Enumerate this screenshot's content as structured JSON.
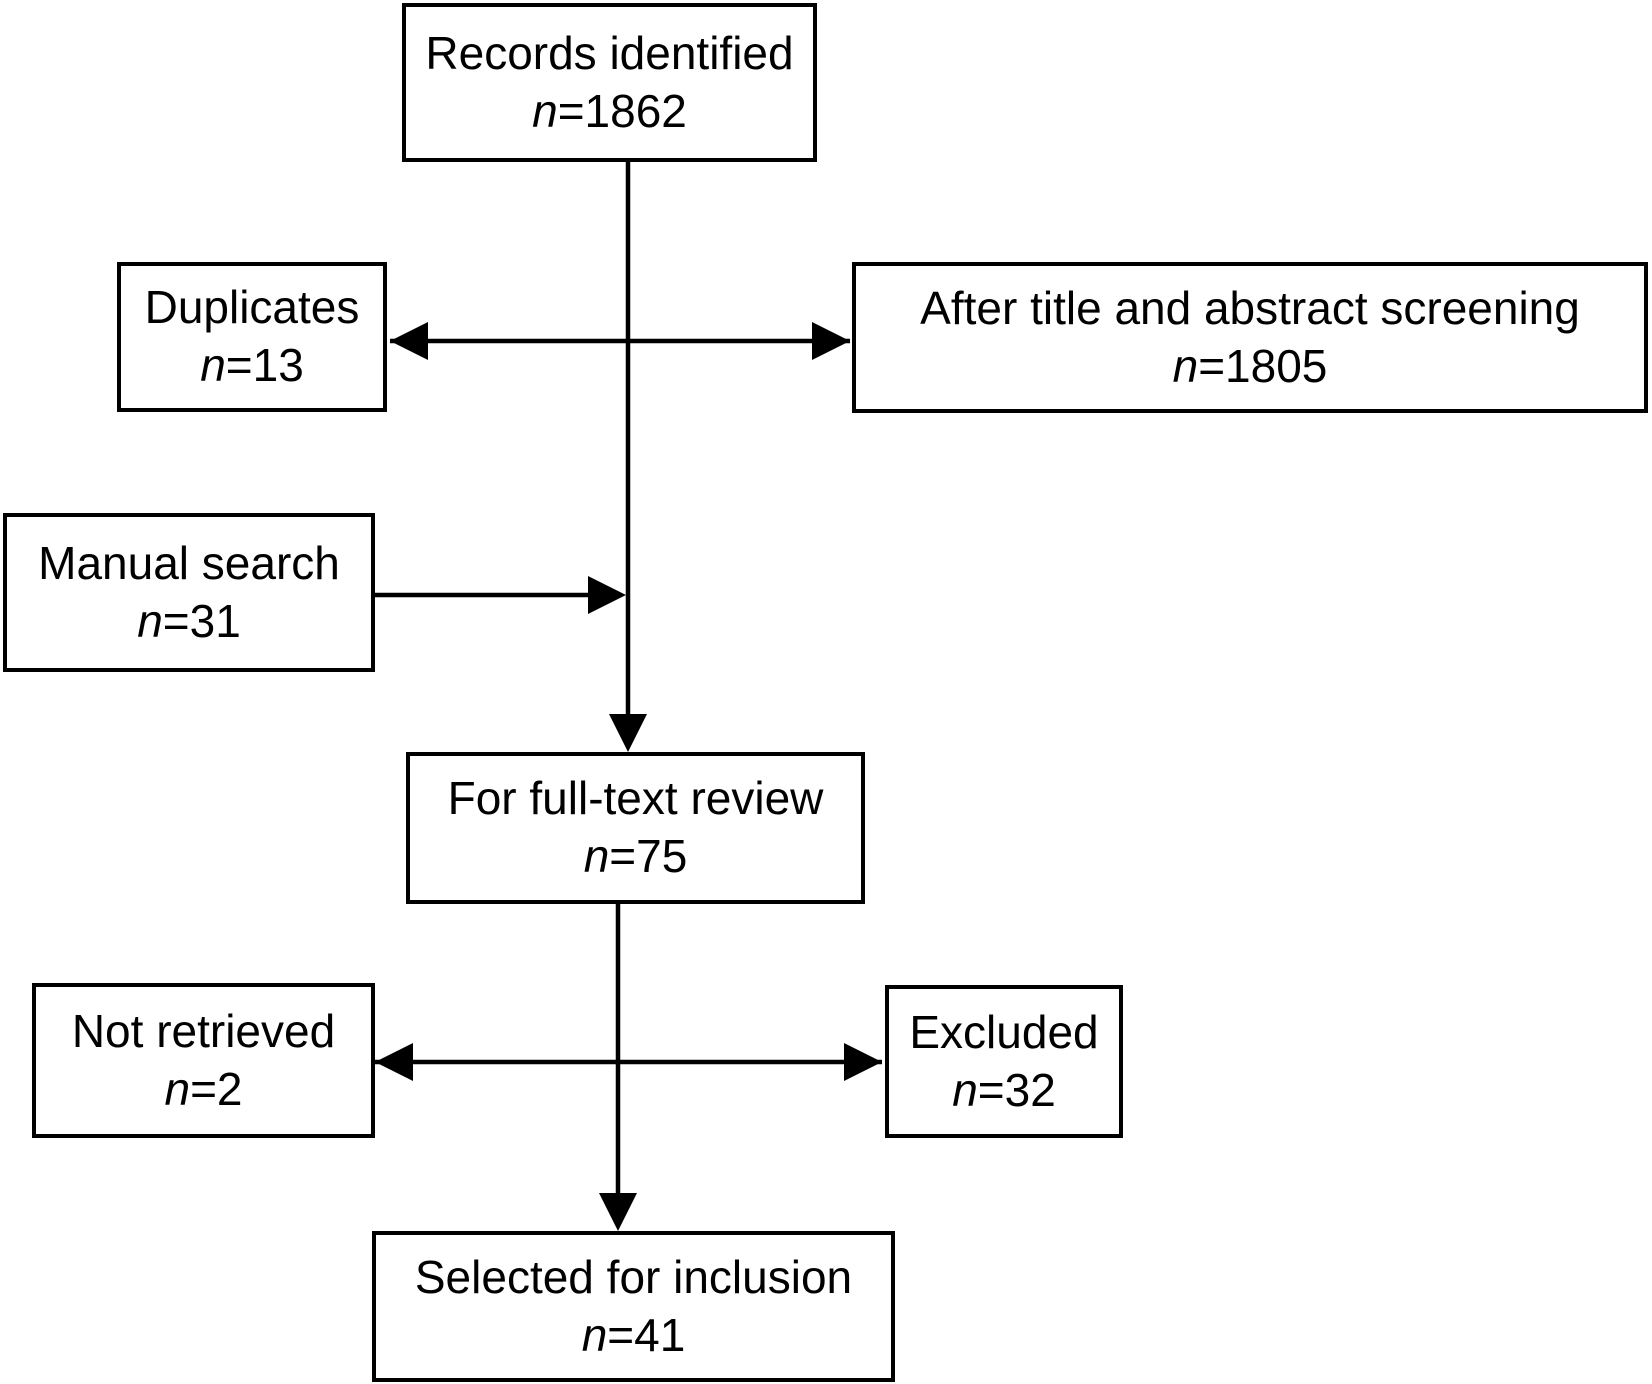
{
  "figure": {
    "type": "flow-diagram",
    "background_color": "#ffffff",
    "line_color": "#000000"
  },
  "boxes": [
    {
      "id": "records-identified",
      "label": "Records identified",
      "n_symbol": "n",
      "n_value": "=1862"
    },
    {
      "id": "duplicates",
      "label": "Duplicates",
      "n_symbol": "n",
      "n_value": "=13"
    },
    {
      "id": "after-screening",
      "label": "After title and abstract screening",
      "n_symbol": "n",
      "n_value": "=1805"
    },
    {
      "id": "manual-search",
      "label": "Manual search",
      "n_symbol": "n",
      "n_value": "=31"
    },
    {
      "id": "fulltext-review",
      "label": "For full-text review",
      "n_symbol": "n",
      "n_value": "=75"
    },
    {
      "id": "not-retrieved",
      "label": "Not retrieved",
      "n_symbol": "n",
      "n_value": "=2"
    },
    {
      "id": "excluded",
      "label": "Excluded",
      "n_symbol": "n",
      "n_value": "=32"
    },
    {
      "id": "selected-inclusion",
      "label": "Selected for inclusion",
      "n_symbol": "n",
      "n_value": "=41"
    }
  ]
}
